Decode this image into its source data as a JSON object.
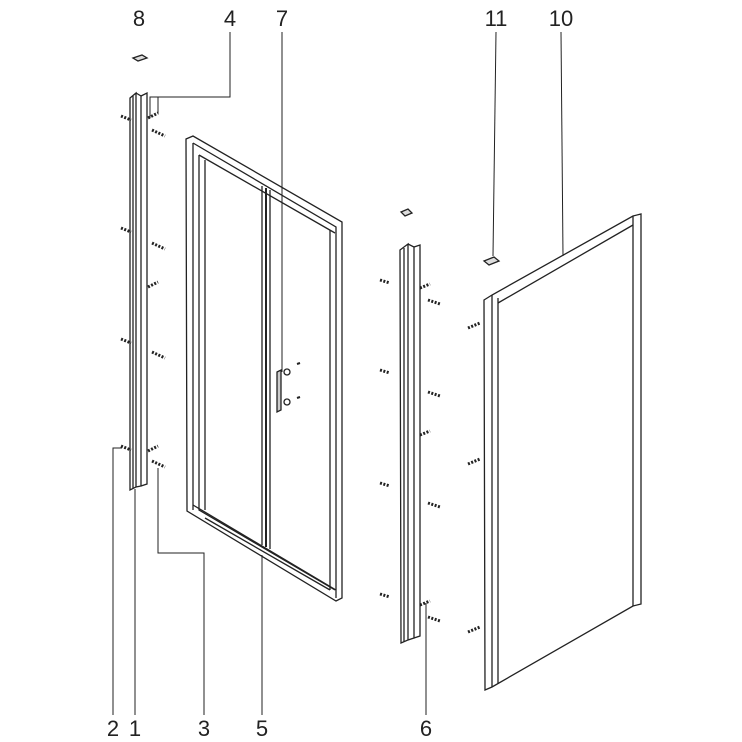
{
  "diagram": {
    "callouts": {
      "c8": "8",
      "c4": "4",
      "c7": "7",
      "c11": "11",
      "c10": "10",
      "c2": "2",
      "c1": "1",
      "c3": "3",
      "c5": "5",
      "c6": "6"
    },
    "line_color": "#222222"
  }
}
